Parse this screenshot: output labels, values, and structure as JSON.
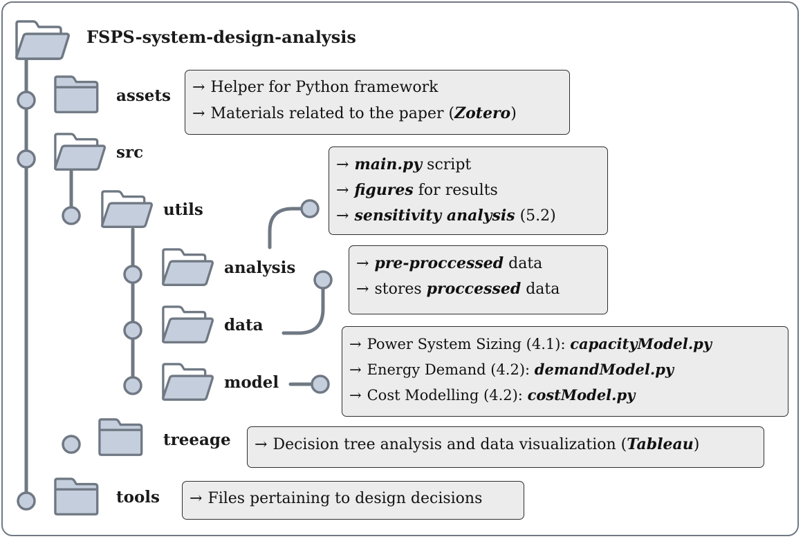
{
  "root": {
    "label": "FSPS-system-design-analysis"
  },
  "folders": [
    {
      "id": "assets",
      "label": "assets"
    },
    {
      "id": "src",
      "label": "src"
    },
    {
      "id": "utils",
      "label": "utils"
    },
    {
      "id": "analysis",
      "label": "analysis"
    },
    {
      "id": "data",
      "label": "data"
    },
    {
      "id": "model",
      "label": "model"
    },
    {
      "id": "treeage",
      "label": "treeage"
    },
    {
      "id": "tools",
      "label": "tools"
    }
  ],
  "notes": {
    "assets": [
      {
        "arrow": "→",
        "parts": [
          {
            "text": "Helper for Python framework"
          }
        ]
      },
      {
        "arrow": "→",
        "parts": [
          {
            "text": "Materials related to the paper ("
          },
          {
            "text": "Zotero",
            "em": true
          },
          {
            "text": ")"
          }
        ]
      }
    ],
    "analysis": [
      {
        "arrow": "→",
        "parts": [
          {
            "text": "main.py",
            "em": true
          },
          {
            "text": " script"
          }
        ]
      },
      {
        "arrow": "→",
        "parts": [
          {
            "text": "figures",
            "em": true
          },
          {
            "text": " for results"
          }
        ]
      },
      {
        "arrow": "→",
        "parts": [
          {
            "text": "sensitivity analysis",
            "em": true
          },
          {
            "text": " (5.2)"
          }
        ]
      }
    ],
    "data": [
      {
        "arrow": "→",
        "parts": [
          {
            "text": "pre-proccessed",
            "em": true
          },
          {
            "text": " data"
          }
        ]
      },
      {
        "arrow": "→",
        "parts": [
          {
            "text": "stores "
          },
          {
            "text": "proccessed",
            "em": true
          },
          {
            "text": " data"
          }
        ]
      }
    ],
    "model": [
      {
        "arrow": "→",
        "parts": [
          {
            "text": "Power System Sizing (4.1): "
          },
          {
            "text": "capacityModel.py",
            "em": true
          }
        ]
      },
      {
        "arrow": "→",
        "parts": [
          {
            "text": "Energy Demand (4.2): "
          },
          {
            "text": "demandModel.py",
            "em": true
          }
        ]
      },
      {
        "arrow": "→",
        "parts": [
          {
            "text": "Cost Modelling (4.2): "
          },
          {
            "text": "costModel.py",
            "em": true
          }
        ]
      }
    ],
    "treeage": [
      {
        "arrow": "→",
        "parts": [
          {
            "text": "Decision tree analysis and data visualization ("
          },
          {
            "text": "Tableau",
            "em": true
          },
          {
            "text": ")"
          }
        ]
      }
    ],
    "tools": [
      {
        "arrow": "→",
        "parts": [
          {
            "text": "Files pertaining to design decisions"
          }
        ]
      }
    ]
  },
  "colors": {
    "line": "#6f7883",
    "folder_fill": "#c5cedc",
    "box_fill": "#ececec"
  }
}
